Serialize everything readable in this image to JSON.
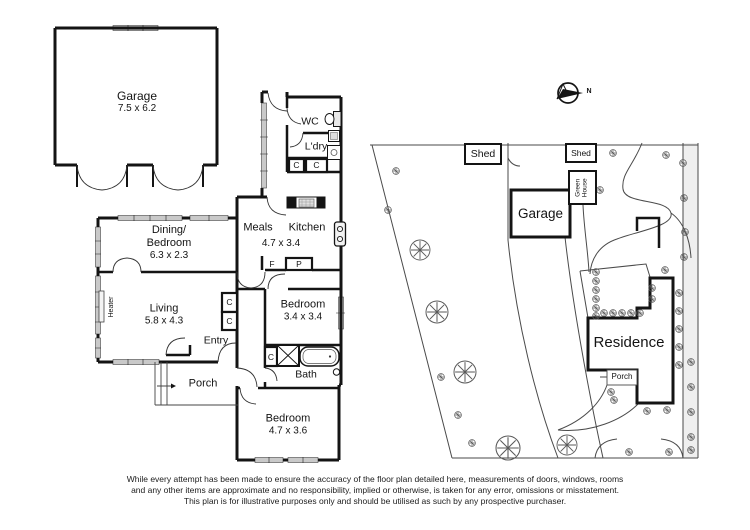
{
  "floor_plan": {
    "garage": {
      "name": "Garage",
      "dims": "7.5 x 6.2"
    },
    "wc": "WC",
    "laundry": "L'dry",
    "meals": "Meals",
    "kitchen": "Kitchen",
    "meals_kitchen_dims": "4.7 x 3.4",
    "dining": {
      "line1": "Dining/",
      "line2": "Bedroom",
      "dims": "6.3 x 2.3"
    },
    "living": {
      "name": "Living",
      "dims": "5.8 x 4.3"
    },
    "bedroom_mid": {
      "name": "Bedroom",
      "dims": "3.4 x 3.4"
    },
    "bedroom_bottom": {
      "name": "Bedroom",
      "dims": "4.7 x 3.6"
    },
    "bath": "Bath",
    "entry": "Entry",
    "porch": "Porch",
    "heater": "Heater",
    "closet": "C",
    "fridge": "F",
    "pantry": "P"
  },
  "site_plan": {
    "shed_left": "Shed",
    "shed_right": "Shed",
    "greenhouse": {
      "line1": "Green",
      "line2": "House"
    },
    "garage": "Garage",
    "residence": "Residence",
    "porch": "Porch",
    "compass_north": "N"
  },
  "disclaimer": {
    "line1": "While every attempt has been made to ensure the accuracy of the floor plan detailed here, measurements of doors, windows, rooms",
    "line2": "and any other items are approximate and no responsibility, implied or otherwise, is taken for any error, omissions or misstatement.",
    "line3": "This plan is for illustrative purposes only and should be utilised as such by any prospective purchaser."
  },
  "colors": {
    "wall": "#141414",
    "window": "#c9c9c9",
    "background": "#ffffff"
  }
}
